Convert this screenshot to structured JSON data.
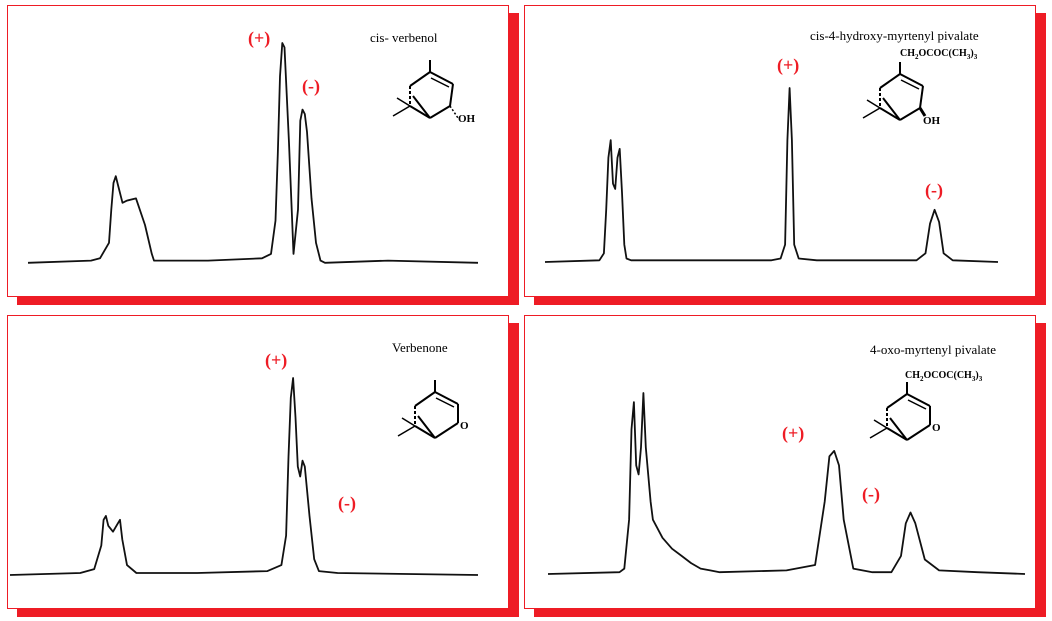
{
  "colors": {
    "accent": "#ee1c25",
    "trace": "#111111"
  },
  "chart_data": [
    {
      "type": "line",
      "title": "cis- verbenol",
      "annotations": [
        "(+)",
        "(-)"
      ],
      "xlim": [
        0,
        100
      ],
      "ylim": [
        0,
        100
      ],
      "x": [
        0,
        14,
        16,
        18,
        18.5,
        19,
        19.5,
        20,
        21,
        22,
        24,
        26,
        27.5,
        28,
        40,
        52,
        54,
        55,
        55.5,
        56,
        56.5,
        57,
        58,
        59,
        60,
        60.5,
        61,
        61.5,
        62,
        63,
        64,
        65,
        66,
        80,
        100
      ],
      "series": [
        {
          "values": [
            1,
            2,
            3,
            10,
            25,
            37,
            40,
            36,
            28,
            29,
            30,
            18,
            5,
            2,
            2,
            3,
            5,
            20,
            50,
            85,
            100,
            98,
            55,
            5,
            25,
            65,
            70,
            68,
            60,
            30,
            10,
            2,
            1,
            2,
            1
          ]
        }
      ]
    },
    {
      "type": "line",
      "title": "cis-4-hydroxy-myrtenyl pivalate",
      "annotations": [
        "(+)",
        "(-)"
      ],
      "xlim": [
        0,
        100
      ],
      "ylim": [
        0,
        100
      ],
      "x": [
        0,
        12,
        13,
        13.5,
        14,
        14.5,
        15,
        15.5,
        16,
        16.5,
        17,
        17.5,
        18,
        19,
        50,
        52,
        53,
        53.5,
        54,
        54.5,
        55,
        56,
        60,
        82,
        84,
        85,
        86,
        87,
        88,
        90,
        100
      ],
      "series": [
        {
          "values": [
            0,
            1,
            5,
            30,
            60,
            70,
            45,
            42,
            60,
            65,
            40,
            10,
            2,
            1,
            1,
            2,
            10,
            70,
            100,
            70,
            10,
            2,
            1,
            1,
            5,
            22,
            30,
            23,
            5,
            1,
            0
          ]
        }
      ]
    },
    {
      "type": "line",
      "title": "Verbenone",
      "annotations": [
        "(+)",
        "(-)"
      ],
      "xlim": [
        0,
        100
      ],
      "ylim": [
        0,
        100
      ],
      "x": [
        0,
        15,
        18,
        19.5,
        20,
        20.5,
        21,
        22,
        23,
        23.5,
        24,
        25,
        27,
        40,
        55,
        58,
        59,
        59.5,
        60,
        60.5,
        61,
        61.5,
        62,
        62.5,
        63,
        64,
        65,
        66,
        70,
        100
      ],
      "series": [
        {
          "values": [
            0,
            1,
            3,
            15,
            28,
            30,
            25,
            22,
            26,
            28,
            18,
            5,
            1,
            1,
            2,
            5,
            20,
            60,
            90,
            100,
            80,
            55,
            50,
            58,
            55,
            30,
            8,
            2,
            1,
            0
          ]
        }
      ]
    },
    {
      "type": "line",
      "title": "4-oxo-myrtenyl pivalate",
      "annotations": [
        "(+)",
        "(-)"
      ],
      "xlim": [
        0,
        100
      ],
      "ylim": [
        0,
        100
      ],
      "x": [
        0,
        15,
        16,
        17,
        17.5,
        18,
        18.5,
        19,
        19.5,
        20,
        20.5,
        21,
        21.5,
        22,
        24,
        26,
        28,
        30,
        32,
        34,
        36,
        50,
        56,
        58,
        59,
        60,
        61,
        62,
        64,
        68,
        72,
        74,
        75,
        76,
        77,
        79,
        82,
        90,
        100
      ],
      "series": [
        {
          "values": [
            0,
            1,
            3,
            30,
            80,
            95,
            60,
            55,
            70,
            100,
            70,
            55,
            40,
            30,
            20,
            14,
            10,
            6,
            3,
            2,
            1,
            2,
            5,
            40,
            65,
            68,
            60,
            30,
            3,
            1,
            1,
            10,
            28,
            34,
            28,
            8,
            2,
            1,
            0
          ]
        }
      ]
    }
  ]
}
